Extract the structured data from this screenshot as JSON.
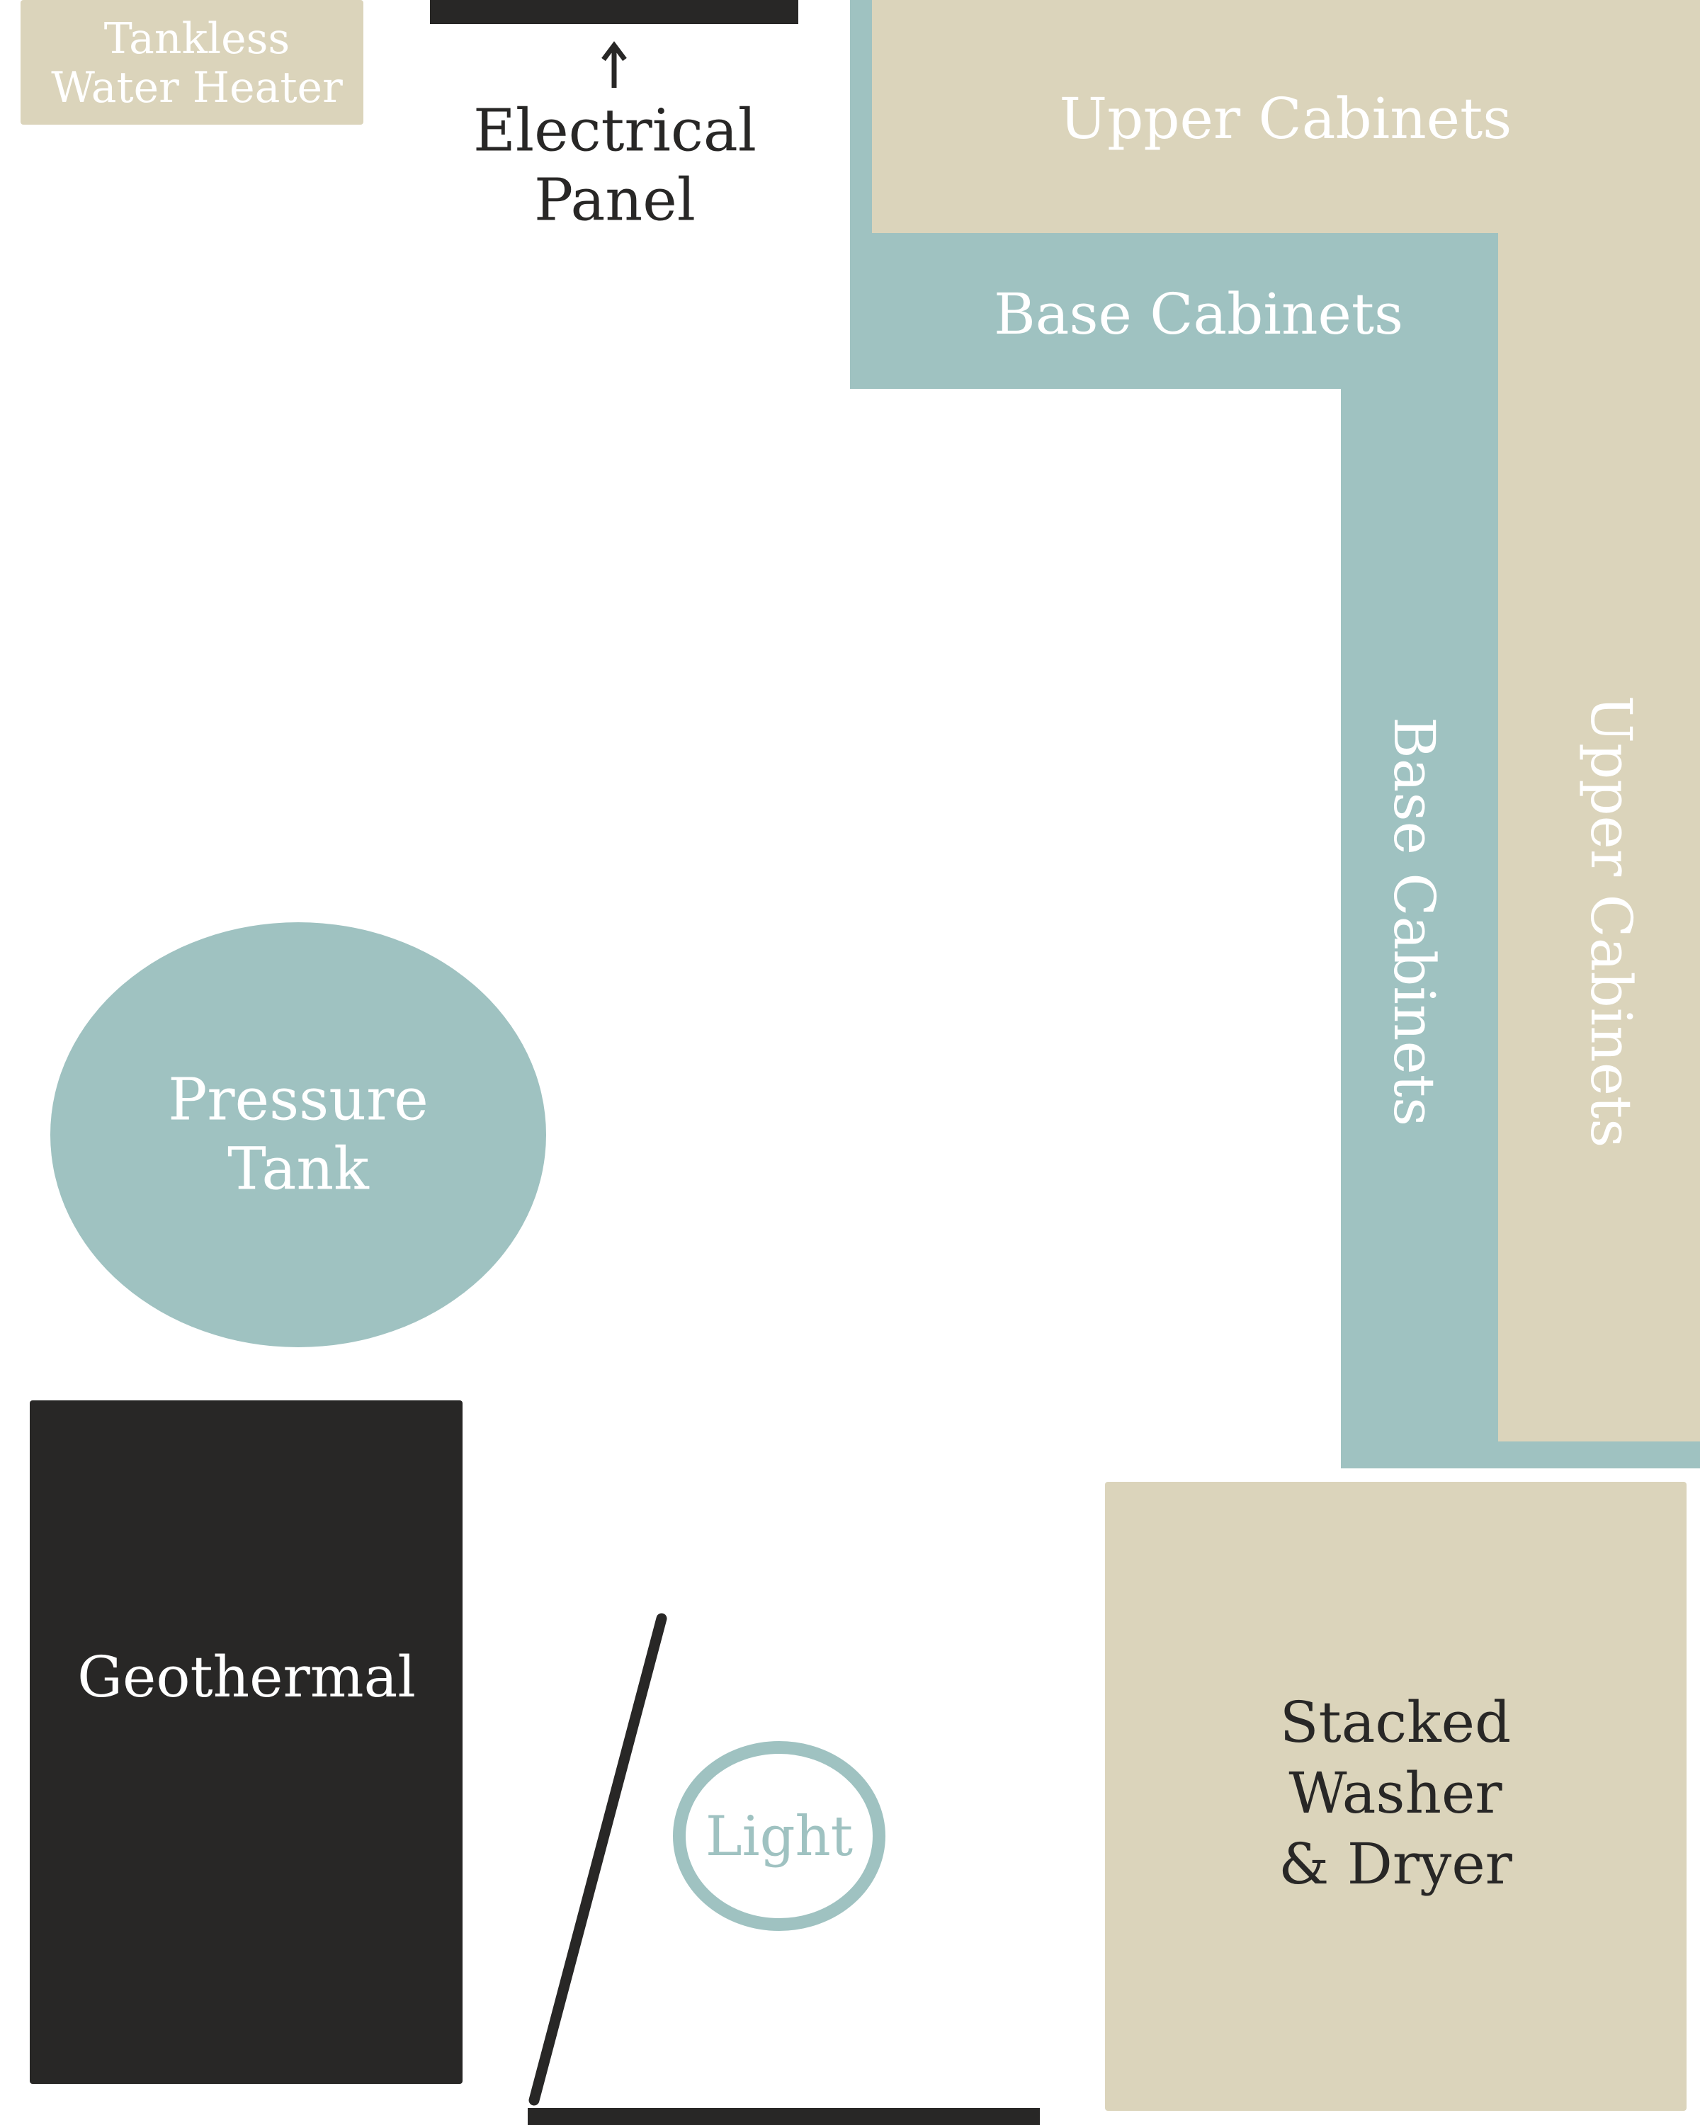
{
  "colors": {
    "beige": "#dbd4bb",
    "teal": "#9fc2c1",
    "dark": "#282726",
    "background": "#ffffff"
  },
  "labels": {
    "tankless": [
      "Tankless",
      "Water Heater"
    ],
    "electrical": [
      "Electrical",
      "Panel"
    ],
    "upper_cabinets_top": "Upper Cabinets",
    "base_cabinets_top": "Base Cabinets",
    "base_cabinets_side": "Base Cabinets",
    "upper_cabinets_side": "Upper Cabinets",
    "pressure_tank": [
      "Pressure",
      "Tank"
    ],
    "geothermal": "Geothermal",
    "light": "Light",
    "washer_dryer": [
      "Stacked",
      "Washer",
      "& Dryer"
    ]
  },
  "icons": {
    "electrical_arrow": "arrow-up-icon"
  }
}
